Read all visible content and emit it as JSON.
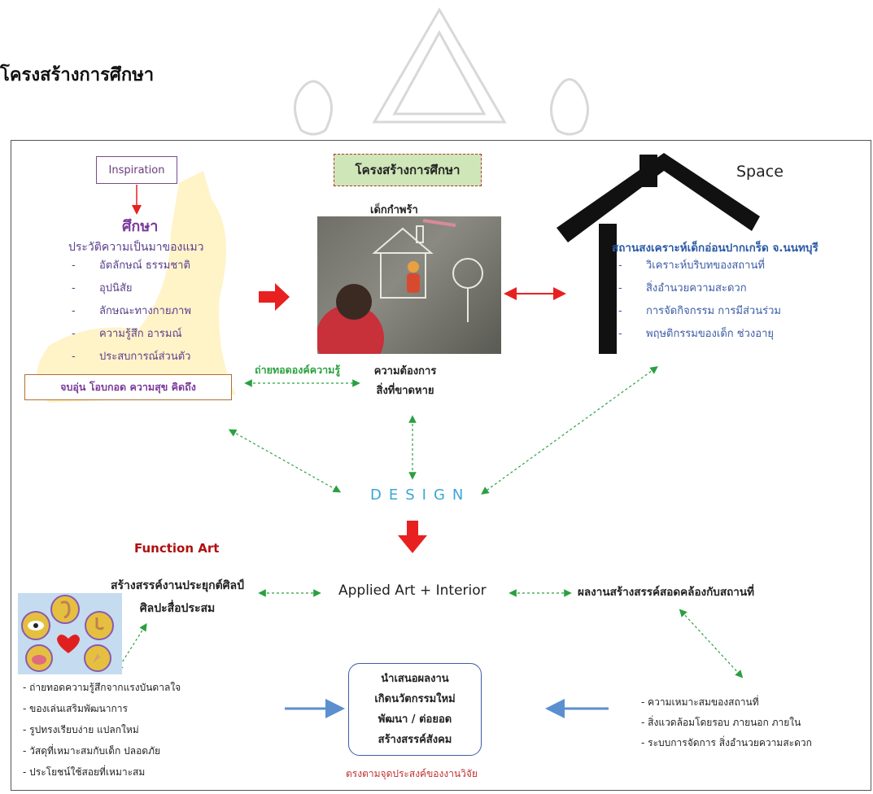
{
  "heading": "โครงสร้างการศึกษา",
  "inspiration": "Inspiration",
  "structure_box": "โครงสร้างการศึกษา",
  "study": {
    "title": "ศึกษา",
    "subtitle": "ประวัติความเป็นมาของแมว",
    "items": [
      "อัตลักษณ์ ธรรมชาติ",
      "อุปนิสัย",
      "ลักษณะทางกายภาพ",
      "ความรู้สึก อารมณ์",
      "ประสบการณ์ส่วนตัว"
    ]
  },
  "love_box": "จบอุ่น โอบกอด ความสุข คิดถึง",
  "transfer_label": "ถ่ายทอดองค์ความรู้",
  "orphan_label": "เด็กกำพร้า",
  "needs": [
    "ความต้องการ",
    "สิ่งที่ขาดหาย"
  ],
  "space": {
    "label": "Space",
    "title": "สถานสงเคราะห์เด็กอ่อนปากเกร็ด จ.นนทบุรี",
    "items": [
      "วิเคราะห์บริบทของสถานที่",
      "สิ่งอำนวยความสะดวก",
      "การจัดกิจกรรม การมีส่วนร่วม",
      "พฤษติกรรมของเด็ก ช่วงอายุ"
    ]
  },
  "design": "DESIGN",
  "function_art": "Function Art",
  "create_lines": [
    "สร้างสรรค์งานประยุกต์ศิลป์",
    "ศิลปะสื่อประสม"
  ],
  "applied": "Applied Art + Interior",
  "result": "ผลงานสร้างสรรค์สอดคล้องกับสถานที่",
  "left_list": [
    "- ถ่ายทอดความรู้สึกจากแรงบันดาลใจ",
    "- ของเล่นเสริมพัฒนาการ",
    "- รูปทรงเรียบง่าย แปลกใหม่",
    "- วัสดุที่เหมาะสมกับเด็ก ปลอดภัย",
    "- ประโยชน์ใช้สอยที่เหมาะสม"
  ],
  "present_lines": [
    "นำเสนอผลงาน",
    "เกิดนวัตกรรมใหม่",
    "พัฒนา / ต่อยอด",
    "สร้างสรรค์สังคม"
  ],
  "aim": "ตรงตามจุดประสงค์ของงานวิจัย",
  "right_list": [
    "- ความเหมาะสมของสถานที่",
    "- สิ่งแวดล้อมโดยรอบ ภายนอก ภายใน",
    "- ระบบการจัดการ สิ่งอำนวยความสะดวก"
  ],
  "colors": {
    "red": "#e82020",
    "green": "#2aa040",
    "blue_arrow": "#5b8fd0",
    "purple": "#5a3f8a"
  }
}
